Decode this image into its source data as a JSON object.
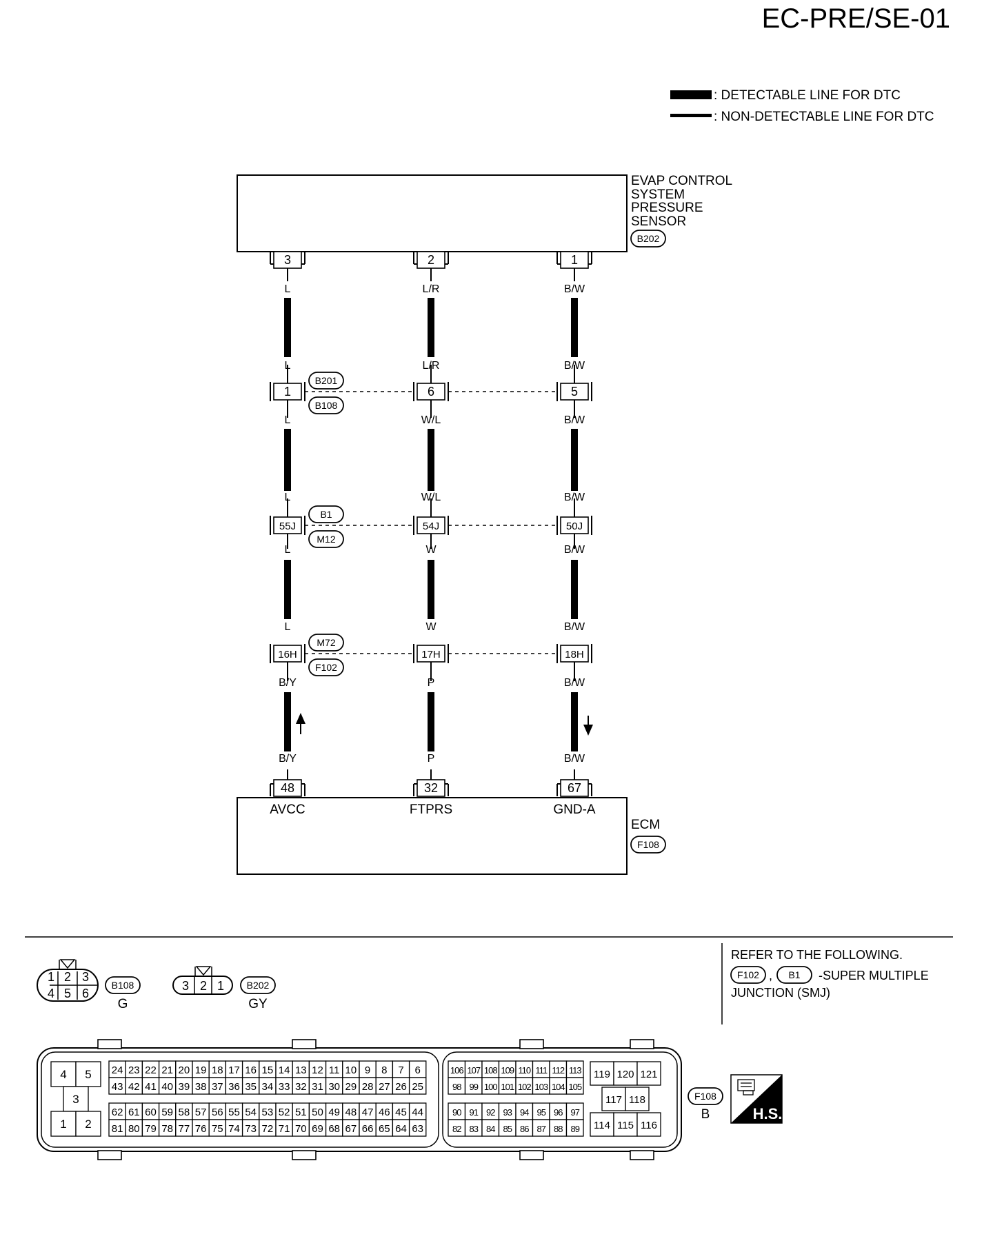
{
  "page_code": "EC-PRE/SE-01",
  "legend": {
    "detectable": ": DETECTABLE LINE FOR DTC",
    "non_detectable": ": NON-DETECTABLE LINE FOR DTC"
  },
  "sensor": {
    "label_lines": [
      "EVAP CONTROL",
      "SYSTEM",
      "PRESSURE",
      "SENSOR"
    ],
    "connector": "B202"
  },
  "ecm": {
    "label": "ECM",
    "connector": "F108"
  },
  "columns": [
    {
      "sensor_pin": "3",
      "wires": [
        "L",
        "L",
        "L",
        "L",
        "L",
        "L",
        "B/Y",
        "B/Y"
      ],
      "junction_pins": [
        "1",
        "55J",
        "16H"
      ],
      "ecm_pin": "48",
      "ecm_terminal": "AVCC"
    },
    {
      "sensor_pin": "2",
      "wires": [
        "L/R",
        "L/R",
        "W/L",
        "W/L",
        "W",
        "W",
        "P",
        "P"
      ],
      "junction_pins": [
        "6",
        "54J",
        "17H"
      ],
      "ecm_pin": "32",
      "ecm_terminal": "FTPRS"
    },
    {
      "sensor_pin": "1",
      "wires": [
        "B/W",
        "B/W",
        "B/W",
        "B/W",
        "B/W",
        "B/W",
        "B/W",
        "B/W"
      ],
      "junction_pins": [
        "5",
        "50J",
        "18H"
      ],
      "ecm_pin": "67",
      "ecm_terminal": "GND-A"
    }
  ],
  "junctions": [
    {
      "upper": "B201",
      "lower": "B108"
    },
    {
      "upper": "B1",
      "lower": "M12"
    },
    {
      "upper": "M72",
      "lower": "F102"
    }
  ],
  "connector_views": [
    {
      "id": "B108",
      "color": "G",
      "pins_top": [
        "1",
        "2",
        "3"
      ],
      "pins_bottom": [
        "4",
        "5",
        "6"
      ]
    },
    {
      "id": "B202",
      "color": "GY",
      "pins": [
        "3",
        "2",
        "1"
      ]
    }
  ],
  "note": {
    "line1": "REFER TO THE FOLLOWING.",
    "conn1": "F102",
    "sep": ",",
    "conn2": "B1",
    "line2": "-SUPER MULTIPLE",
    "line3": "JUNCTION (SMJ)"
  },
  "ecm_connector": {
    "id": "F108",
    "color": "B",
    "hs_badge": "H.S.",
    "left_block": [
      "4",
      "5",
      "3",
      "1",
      "2"
    ],
    "grid1": [
      [
        "24",
        "23",
        "22",
        "21",
        "20",
        "19",
        "18",
        "17",
        "16",
        "15",
        "14",
        "13",
        "12",
        "11",
        "10",
        "9",
        "8",
        "7",
        "6"
      ],
      [
        "43",
        "42",
        "41",
        "40",
        "39",
        "38",
        "37",
        "36",
        "35",
        "34",
        "33",
        "32",
        "31",
        "30",
        "29",
        "28",
        "27",
        "26",
        "25"
      ],
      [
        "62",
        "61",
        "60",
        "59",
        "58",
        "57",
        "56",
        "55",
        "54",
        "53",
        "52",
        "51",
        "50",
        "49",
        "48",
        "47",
        "46",
        "45",
        "44"
      ],
      [
        "81",
        "80",
        "79",
        "78",
        "77",
        "76",
        "75",
        "74",
        "73",
        "72",
        "71",
        "70",
        "69",
        "68",
        "67",
        "66",
        "65",
        "64",
        "63"
      ]
    ],
    "grid2": [
      [
        "106",
        "107",
        "108",
        "109",
        "110",
        "111",
        "112",
        "113"
      ],
      [
        "98",
        "99",
        "100",
        "101",
        "102",
        "103",
        "104",
        "105"
      ],
      [
        "90",
        "91",
        "92",
        "93",
        "94",
        "95",
        "96",
        "97"
      ],
      [
        "82",
        "83",
        "84",
        "85",
        "86",
        "87",
        "88",
        "89"
      ]
    ],
    "right_block": [
      "119",
      "120",
      "121",
      "117",
      "118",
      "114",
      "115",
      "116"
    ]
  }
}
